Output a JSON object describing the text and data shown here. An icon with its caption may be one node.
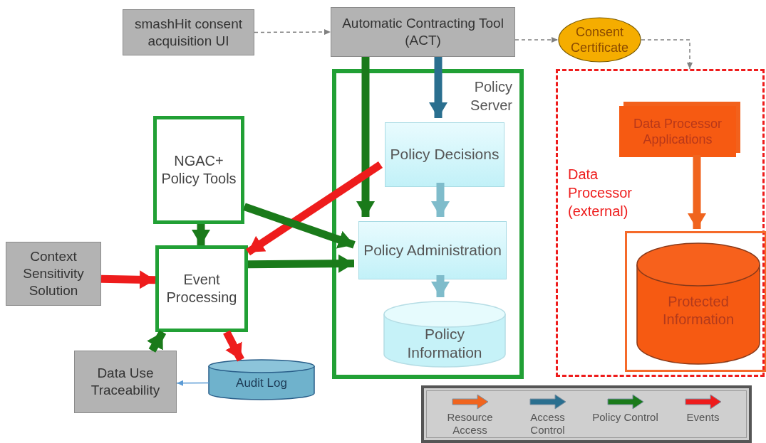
{
  "diagram": {
    "nodes": [
      {
        "text": [
          "smashHit consent acquisition UI"
        ]
      },
      {
        "text": [
          "Automatic Contracting Tool (ACT)"
        ]
      },
      {
        "text": [
          "Consent Certificate"
        ]
      },
      {
        "text": [
          "Policy Server"
        ]
      },
      {
        "text": [
          "Policy Decisions"
        ],
        "in": 3
      },
      {
        "text": [
          "Policy Administration"
        ],
        "in": 3
      },
      {
        "text": [
          "Policy Information"
        ],
        "in": 3
      },
      {
        "text": [
          "Data Processor (external)"
        ]
      },
      {
        "text": [
          "Data Processor Applications"
        ],
        "in": 7
      },
      {
        "text": [],
        "shape": "box",
        "in": 7
      },
      {
        "text": [
          "Protected Information"
        ],
        "in": 9
      },
      {
        "text": [
          "NGAC+ Policy Tools"
        ]
      },
      {
        "text": [
          "Event Processing"
        ]
      },
      {
        "text": [
          "Context Sensitivity Solution"
        ]
      },
      {
        "text": [
          "Data Use Traceability"
        ]
      },
      {
        "text": [
          "Audit Log"
        ]
      }
    ],
    "edges": [
      {
        "from": 0,
        "to": 1,
        "arrow": "to",
        "style": "dashed",
        "color": "#808080"
      },
      {
        "from": 1,
        "to": 2,
        "arrow": "to",
        "style": "dashed",
        "color": "#808080"
      },
      {
        "from": 2,
        "to": 7,
        "arrow": "to",
        "style": "dashed",
        "color": "#808080"
      },
      {
        "from": 1,
        "to": 4,
        "arrow": "to",
        "color": "#2a6f8f"
      },
      {
        "from": 1,
        "to": 5,
        "arrow": "to"
      },
      {
        "from": 4,
        "to": 5,
        "arrow": "to",
        "color": "#7fbccb"
      },
      {
        "from": 5,
        "to": 6,
        "arrow": "to",
        "color": "#7fbccb"
      },
      {
        "from": 4,
        "to": 12,
        "arrow": "to",
        "color": "#ee1c1c"
      },
      {
        "from": 11,
        "to": 12,
        "arrow": "to"
      },
      {
        "from": 11,
        "to": 5,
        "arrow": "to"
      },
      {
        "from": 12,
        "to": 5,
        "arrow": "to"
      },
      {
        "from": 13,
        "to": 12,
        "arrow": "to",
        "color": "#ee1c1c"
      },
      {
        "from": 12,
        "to": 15,
        "arrow": "to",
        "color": "#ee1c1c"
      },
      {
        "from": 14,
        "to": 12,
        "arrow": "to"
      },
      {
        "from": 15,
        "to": 14,
        "arrow": "to",
        "color": "#5b9bd5"
      },
      {
        "from": 8,
        "to": 9,
        "arrow": "to",
        "color": "#f0641e"
      }
    ],
    "legend": [
      {
        "text": "Resource Access",
        "color": "#f0641e"
      },
      {
        "text": "Access Control",
        "color": "#2a6f8f"
      },
      {
        "text": "Policy Control",
        "color": "#1a7a1a"
      },
      {
        "text": "Events",
        "color": "#ee1c1c"
      }
    ]
  }
}
